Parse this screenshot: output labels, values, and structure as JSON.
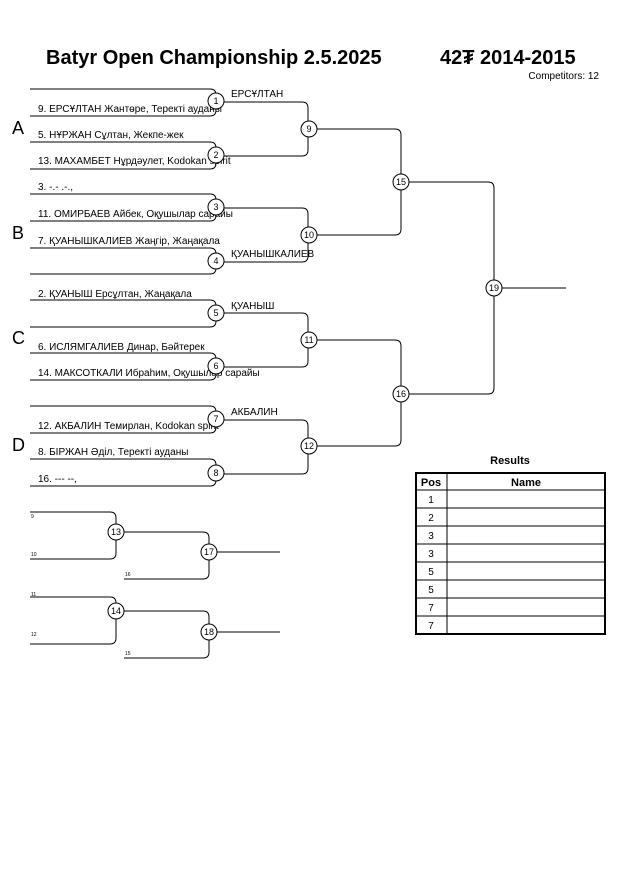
{
  "header": {
    "title": "Batyr Open Championship  2.5.2025",
    "category": "42₮ 2014-2015",
    "competitors": "Competitors: 12"
  },
  "pools": [
    "A",
    "B",
    "C",
    "D"
  ],
  "entries": [
    "9. ЕРСҰЛТАН Жантөре, Теректі ауданы",
    "5. НҰРЖАН Сұлтан, Жекпе-жек",
    "13. МАХАМБЕТ Нұрдәулет, Kodokan spirit",
    "3. -.- .-.,",
    "11. ОМИРБАЕВ Айбек, Оқушылар сарайы",
    "7. ҚУАНЫШКАЛИЕВ  Жаңгір, Жаңақала",
    "2. ҚУАНЫШ Ерсұлтан, Жаңақала",
    "6. ИСЛЯМГАЛИЕВ Динар, Бәйтерек",
    "14. МАКСОТКАЛИ Ибраһим, Оқушылар сарайы",
    "12. АКБАЛИН Темирлан, Kodokan spirit",
    "8. БІРЖАН Әділ, Теректі ауданы",
    "16. --- --,"
  ],
  "winners": {
    "w1": "ЕРСҰЛТАН",
    "w4": "ҚУАНЫШКАЛИЕВ",
    "w5": "ҚУАНЫШ",
    "w7": "АКБАЛИН"
  },
  "matches": {
    "m1": "1",
    "m2": "2",
    "m3": "3",
    "m4": "4",
    "m5": "5",
    "m6": "6",
    "m7": "7",
    "m8": "8",
    "m9": "9",
    "m10": "10",
    "m11": "11",
    "m12": "12",
    "m13": "13",
    "m14": "14",
    "m15": "15",
    "m16": "16",
    "m17": "17",
    "m18": "18",
    "m19": "19"
  },
  "repechage_labels": {
    "r9": "9",
    "r10": "10",
    "r16": "16",
    "r11": "11",
    "r12": "12",
    "r15": "15"
  },
  "results": {
    "title": "Results",
    "col_pos": "Pos",
    "col_name": "Name",
    "rows": [
      {
        "pos": "1",
        "name": ""
      },
      {
        "pos": "2",
        "name": ""
      },
      {
        "pos": "3",
        "name": ""
      },
      {
        "pos": "3",
        "name": ""
      },
      {
        "pos": "5",
        "name": ""
      },
      {
        "pos": "5",
        "name": ""
      },
      {
        "pos": "7",
        "name": ""
      },
      {
        "pos": "7",
        "name": ""
      }
    ]
  }
}
